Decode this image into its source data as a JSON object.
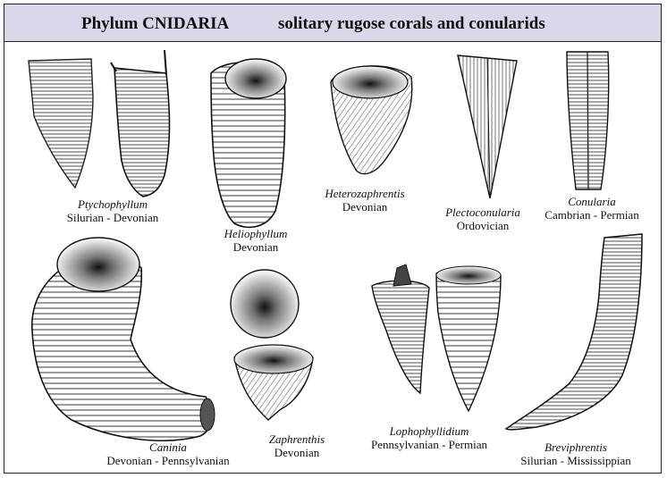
{
  "title": {
    "phylum": "Phylum CNIDARIA",
    "subtitle": "solitary rugose corals and conularids"
  },
  "specimens": [
    {
      "genus": "Ptychophyllum",
      "range": "Silurian - Devonian"
    },
    {
      "genus": "Heliophyllum",
      "range": "Devonian"
    },
    {
      "genus": "Heterozaphrentis",
      "range": "Devonian"
    },
    {
      "genus": "Plectoconularia",
      "range": "Ordovician"
    },
    {
      "genus": "Conularia",
      "range": "Cambrian - Permian"
    },
    {
      "genus": "Caninia",
      "range": "Devonian - Pennsylvanian"
    },
    {
      "genus": "Zaphrenthis",
      "range": "Devonian"
    },
    {
      "genus": "Lophophyllidium",
      "range": "Pennsylvanian - Permian"
    },
    {
      "genus": "Breviphrentis",
      "range": "Silurian - Mississippian"
    }
  ]
}
